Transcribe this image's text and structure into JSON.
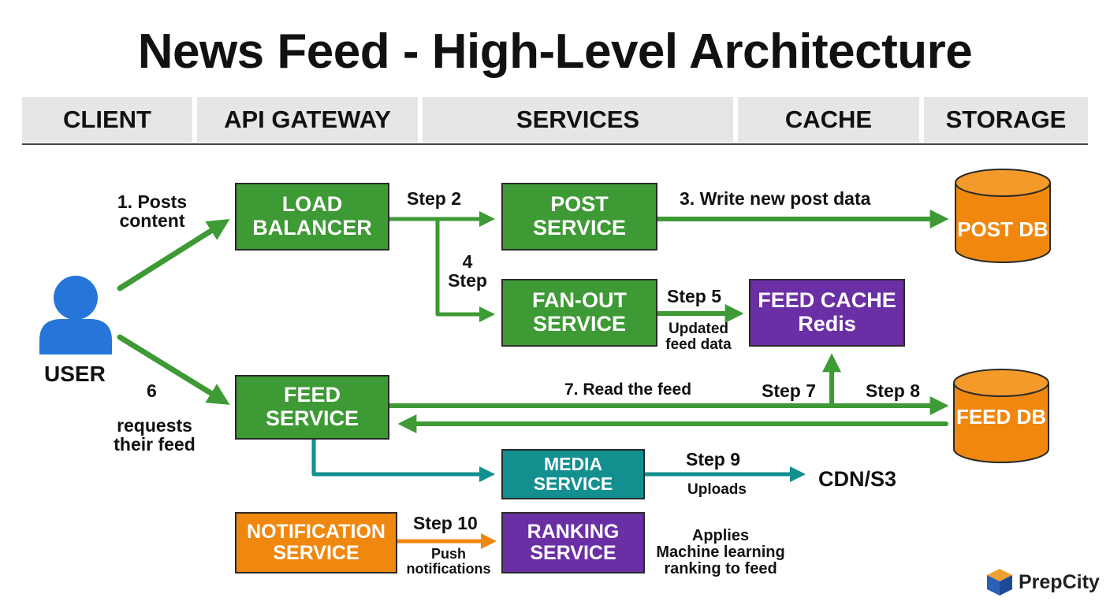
{
  "title": "News Feed - High-Level Architecture",
  "lanes": [
    "CLIENT",
    "API GATEWAY",
    "SERVICES",
    "CACHE",
    "STORAGE"
  ],
  "user": {
    "label": "USER",
    "icon": "user-icon",
    "color": "#2576d8"
  },
  "boxes": {
    "load_balancer": [
      "LOAD",
      "BALANCER"
    ],
    "post_service": [
      "POST",
      "SERVICE"
    ],
    "fanout_service": [
      "FAN-OUT",
      "SERVICE"
    ],
    "feed_cache": [
      "FEED CACHE",
      "Redis"
    ],
    "feed_service": [
      "FEED",
      "SERVICE"
    ],
    "media_service": [
      "MEDIA",
      "SERVICE"
    ],
    "notification_service": [
      "NOTIFICATION",
      "SERVICE"
    ],
    "ranking_service": [
      "RANKING",
      "SERVICE"
    ]
  },
  "databases": {
    "post_db": "POST DB",
    "feed_db": "FEED DB"
  },
  "labels": {
    "posts_content": [
      "1. Posts",
      "content"
    ],
    "step2": "Step 2",
    "step3": "3. Write new post data",
    "step4": [
      "4",
      "Step"
    ],
    "step5": "Step 5",
    "updated_feed": [
      "Updated",
      "feed data"
    ],
    "step6_num": "6",
    "step6_text": [
      "requests",
      "their feed"
    ],
    "step7_read": "7. Read the feed",
    "step7": "Step 7",
    "step8": "Step 8",
    "step9": "Step 9",
    "uploads": "Uploads",
    "cdn": "CDN/S3",
    "step10": "Step 10",
    "push": [
      "Push",
      "notifications"
    ],
    "ranking_note": [
      "Applies",
      "Machine learning",
      "ranking to feed"
    ]
  },
  "brand": {
    "name": "PrepCity",
    "icon": "prepcity-cube-logo-icon"
  },
  "colors": {
    "green": "#3d9a35",
    "purple": "#6b2fa5",
    "teal": "#138f8f",
    "orange": "#f0880f",
    "blue": "#2576d8",
    "lane_bg": "#e6e6e6"
  }
}
